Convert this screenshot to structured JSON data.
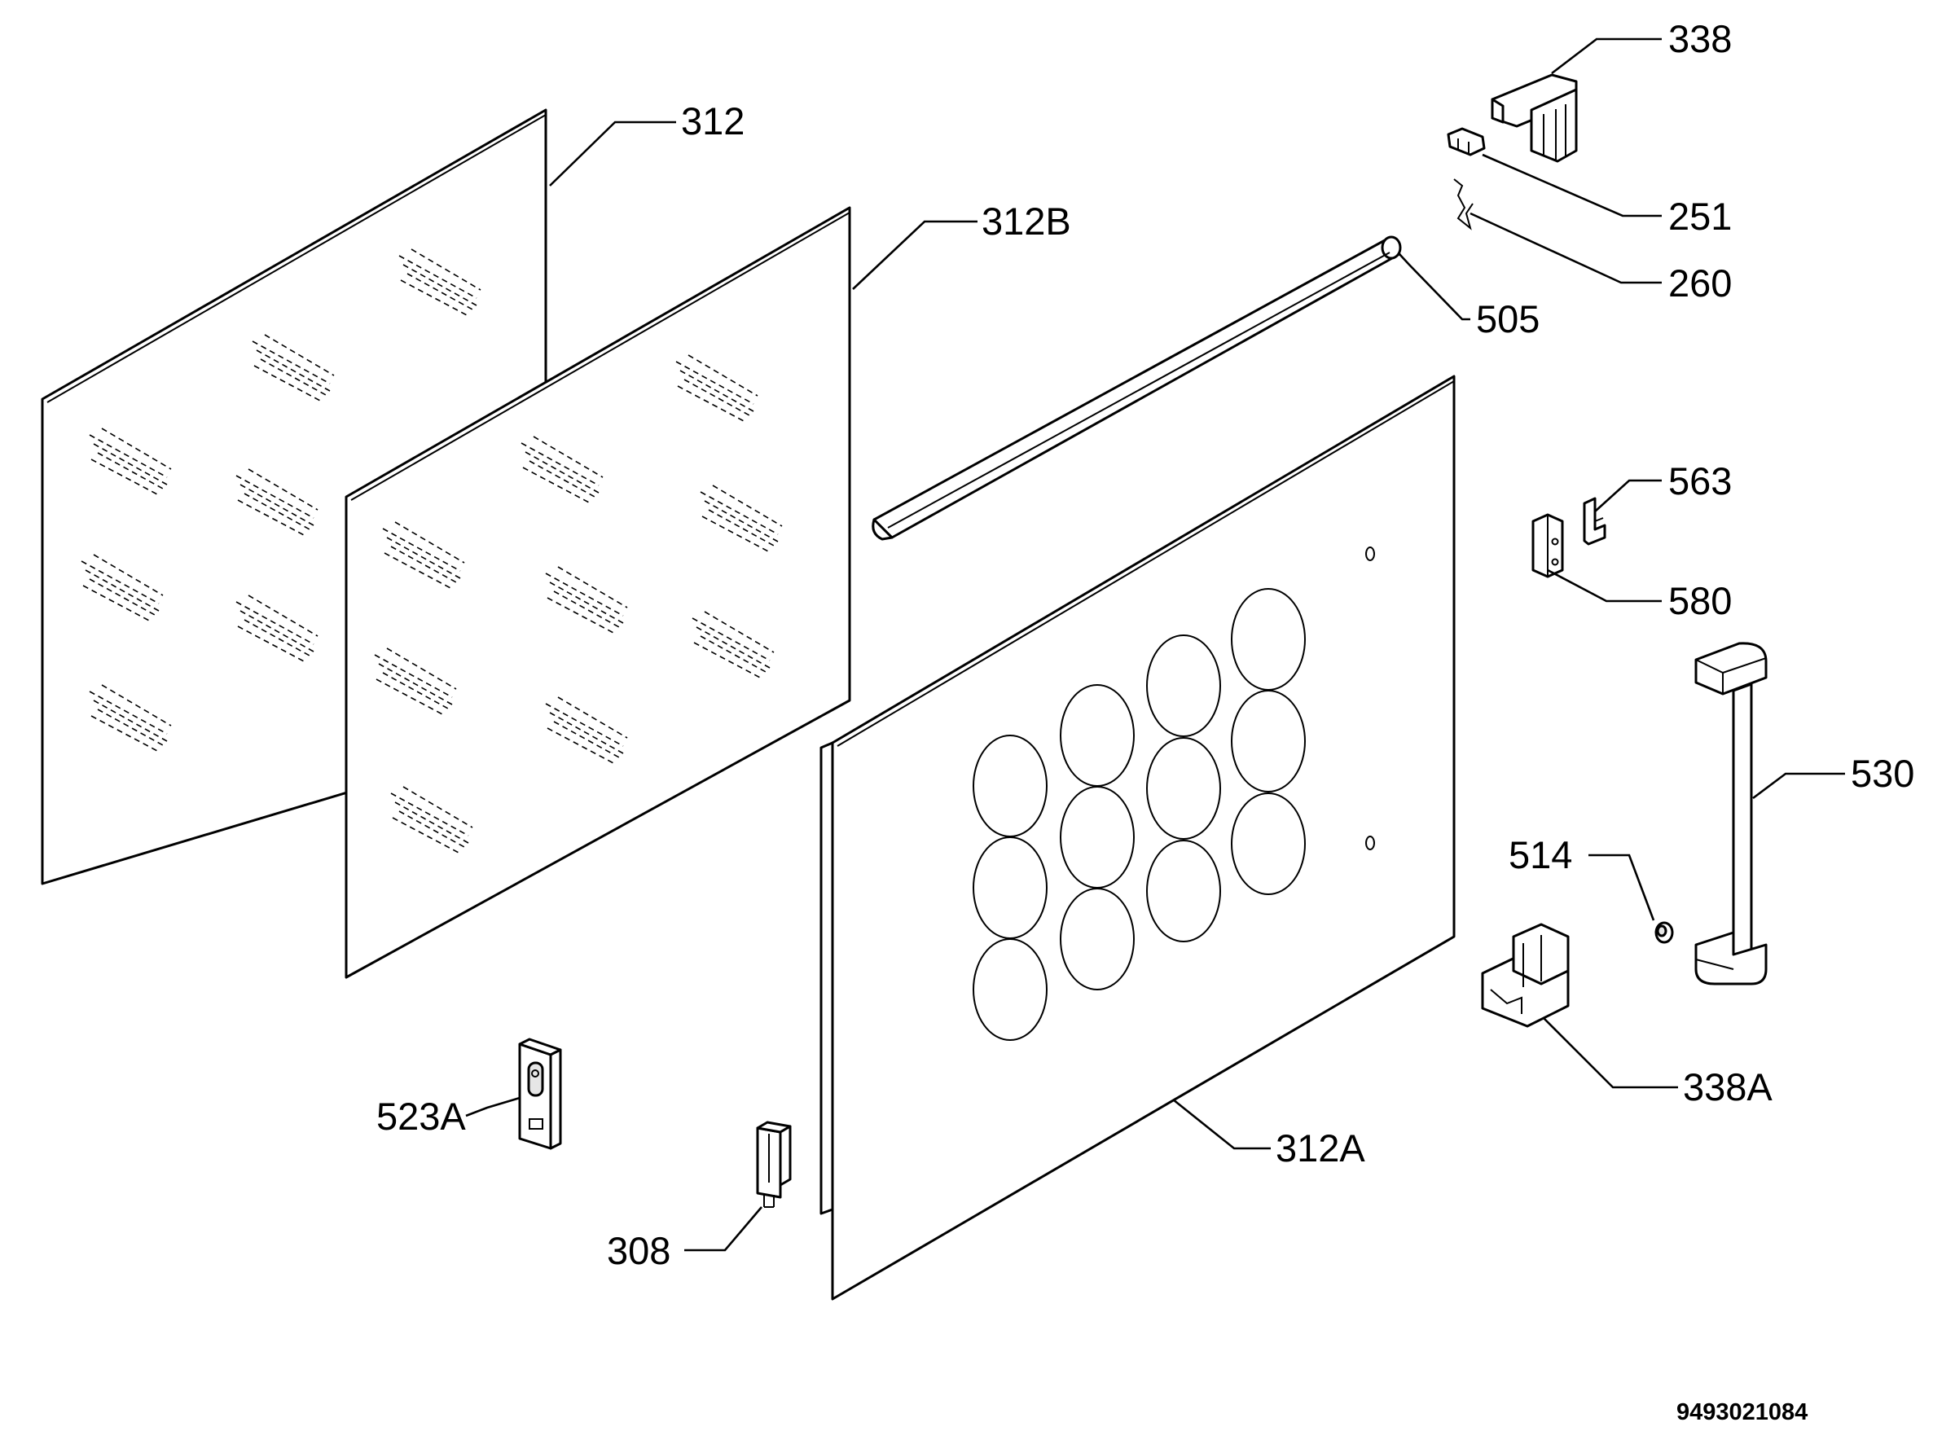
{
  "diagram": {
    "document_number": "9493021084",
    "parts": [
      {
        "id": "338",
        "label": "338"
      },
      {
        "id": "312",
        "label": "312"
      },
      {
        "id": "312B",
        "label": "312B"
      },
      {
        "id": "251",
        "label": "251"
      },
      {
        "id": "260",
        "label": "260"
      },
      {
        "id": "505",
        "label": "505"
      },
      {
        "id": "563",
        "label": "563"
      },
      {
        "id": "580",
        "label": "580"
      },
      {
        "id": "530",
        "label": "530"
      },
      {
        "id": "514",
        "label": "514"
      },
      {
        "id": "338A",
        "label": "338A"
      },
      {
        "id": "523A",
        "label": "523A"
      },
      {
        "id": "312A",
        "label": "312A"
      },
      {
        "id": "308",
        "label": "308"
      }
    ]
  }
}
